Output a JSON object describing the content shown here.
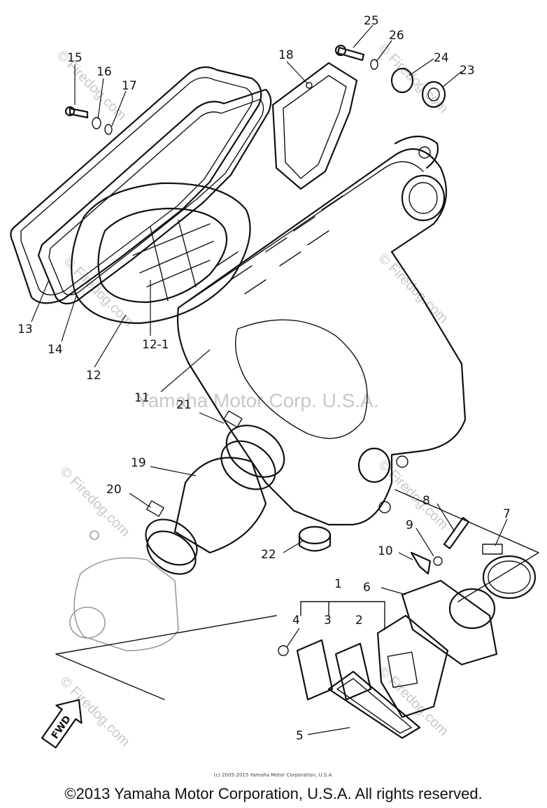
{
  "callouts": {
    "c1": "1",
    "c2": "2",
    "c3": "3",
    "c4": "4",
    "c5": "5",
    "c6": "6",
    "c7": "7",
    "c8": "8",
    "c9": "9",
    "c10": "10",
    "c11": "11",
    "c12": "12",
    "c12_1": "12-1",
    "c13": "13",
    "c14": "14",
    "c15": "15",
    "c16": "16",
    "c17": "17",
    "c18": "18",
    "c19": "19",
    "c20": "20",
    "c21": "21",
    "c22": "22",
    "c23": "23",
    "c24": "24",
    "c25": "25",
    "c26": "26"
  },
  "fwd_label": "FWD",
  "watermarks": {
    "firedog": "© Firedog.com",
    "center": "Yamaha Motor Corp. U.S.A."
  },
  "footer": {
    "small": "(c) 2005-2015 Yamaha Motor Corporation, U.S.A.",
    "main": "©2013 Yamaha Motor Corporation, U.S.A. All rights reserved."
  }
}
